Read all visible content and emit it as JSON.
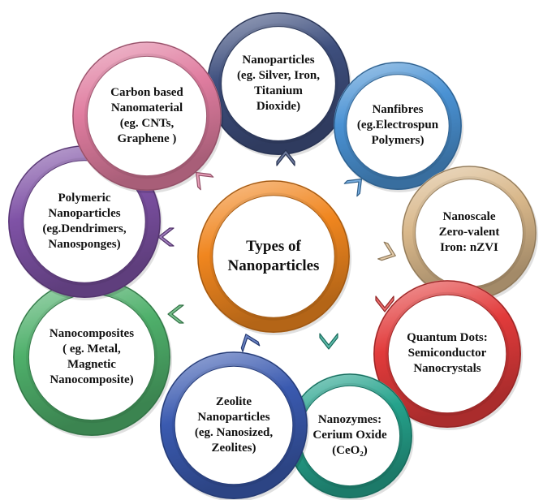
{
  "center": {
    "lines": [
      "Types of",
      "Nanoparticles"
    ],
    "color": "#f0861f"
  },
  "nodes": [
    {
      "lines": [
        "Nanoparticles",
        "(eg. Silver, Iron,",
        "Titanium",
        "Dioxide)"
      ],
      "color": "#3e4f7e"
    },
    {
      "lines": [
        "Nanfibres",
        "(eg.Electrospun",
        "Polymers)"
      ],
      "color": "#4a92d4"
    },
    {
      "lines": [
        "Nanoscale",
        "Zero-valent",
        "Iron: nZVI"
      ],
      "color": "#d9b88b"
    },
    {
      "lines": [
        "Quantum Dots:",
        "Semiconductor",
        "Nanocrystals"
      ],
      "color": "#e23b3b"
    },
    {
      "lines": [
        "Nanozymes:",
        "Cerium Oxide",
        "(CeO₂)"
      ],
      "color": "#25a38c"
    },
    {
      "lines": [
        "Zeolite",
        "Nanoparticles",
        "(eg. Nanosized,",
        "Zeolites)"
      ],
      "color": "#3a5ab0"
    },
    {
      "lines": [
        "Nanocomposites",
        "( eg. Metal,",
        "Magnetic",
        "Nanocomposite)"
      ],
      "color": "#4fb06b"
    },
    {
      "lines": [
        "Polymeric",
        "Nanoparticles",
        "(eg.Dendrimers,",
        "Nanosponges)"
      ],
      "color": "#7f52a6"
    },
    {
      "lines": [
        "Carbon based",
        "Nanomaterial",
        "(eg. CNTs,",
        "Graphene )"
      ],
      "color": "#e07da0"
    }
  ]
}
